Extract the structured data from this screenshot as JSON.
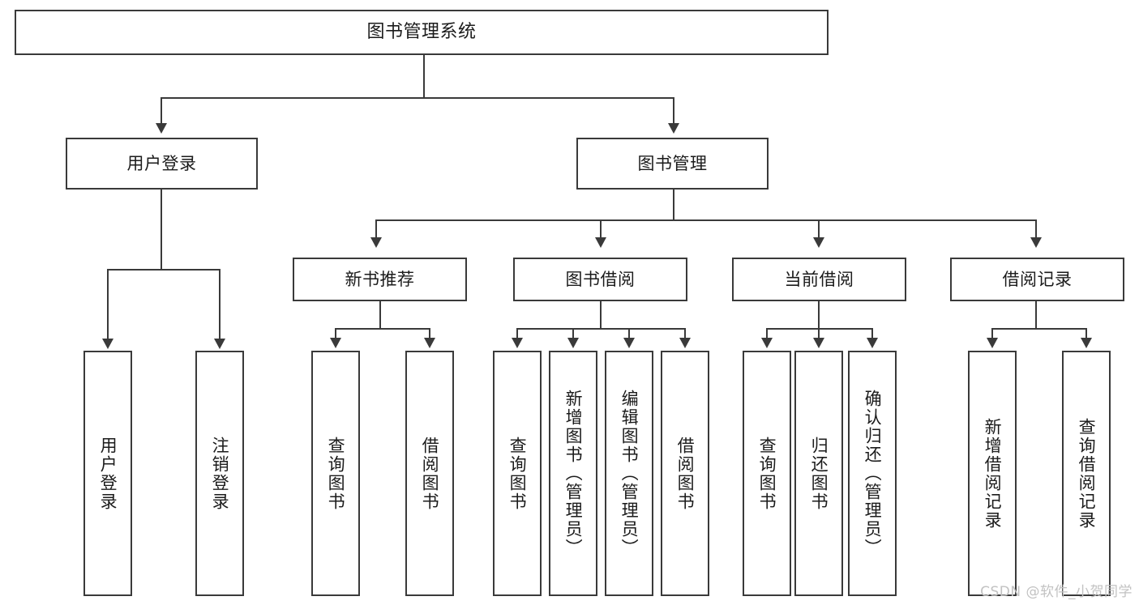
{
  "diagram": {
    "title": "图书管理系统",
    "type": "tree",
    "watermark": "CSDN @软件_小贺同学",
    "colors": {
      "stroke": "#3a3a3a",
      "fill": "#ffffff",
      "text": "#1b1b1b",
      "watermark": "#c2c2c2"
    },
    "nodes": {
      "root": "图书管理系统",
      "level2": [
        "用户登录",
        "图书管理"
      ],
      "level3": [
        "新书推荐",
        "图书借阅",
        "当前借阅",
        "借阅记录"
      ],
      "leaves_user_login": [
        "用户登录",
        "注销登录"
      ],
      "leaves_new_book": [
        "查询图书",
        "借阅图书"
      ],
      "leaves_borrow": [
        "查询图书",
        "新增图书（管理员）",
        "编辑图书（管理员）",
        "借阅图书"
      ],
      "leaves_current": [
        "查询图书",
        "归还图书",
        "确认归还（管理员）"
      ],
      "leaves_record": [
        "新增借阅记录",
        "查询借阅记录"
      ]
    }
  }
}
